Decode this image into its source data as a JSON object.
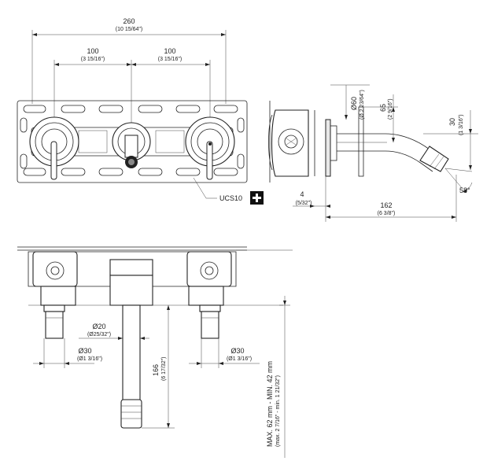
{
  "front_view": {
    "overall_width": "260",
    "overall_width_in": "(10 15/64\")",
    "spacing_left": "100",
    "spacing_left_in": "(3 15/16\")",
    "spacing_right": "100",
    "spacing_right_in": "(3 15/16\")",
    "callout_label": "UCS10",
    "callout_icon": "plus-icon"
  },
  "side_view": {
    "rosette_diameter": "Ø60",
    "rosette_diameter_in": "(Ø 2 23/64\")",
    "height_65": "65",
    "height_65_in": "(2 9/16\")",
    "spout_drop": "30",
    "spout_drop_in": "(1 3/16\")",
    "plate_thickness": "4",
    "plate_thickness_in": "(5/32\")",
    "spout_length": "162",
    "spout_length_in": "(6 3/8\")",
    "angle": "58°"
  },
  "bottom_view": {
    "pipe_diameter": "Ø20",
    "pipe_diameter_in": "(Ø25/32\")",
    "left_diameter": "Ø30",
    "left_diameter_in": "(Ø1 3/16\")",
    "right_diameter": "Ø30",
    "right_diameter_in": "(Ø1 3/16\")",
    "pipe_length": "166",
    "pipe_length_in": "(6 17/32\")",
    "depth_range": "MAX. 62 mm - MIN. 42 mm",
    "depth_range_in": "(max. 2 7/16\" - min. 1 21/32\")"
  }
}
